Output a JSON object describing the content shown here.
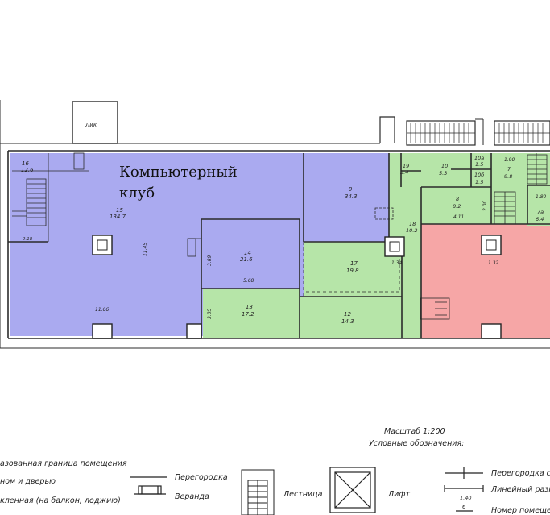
{
  "plan": {
    "title_lines": [
      "Компьютерный",
      "клуб"
    ],
    "elevator_label": "Лик",
    "colors": {
      "club": "#aaaaf0",
      "green": "#b6e5a8",
      "red": "#f6a6a6",
      "wall": "#2b2b2b"
    },
    "rooms": [
      {
        "id": "16",
        "num": "16",
        "area": "12.6"
      },
      {
        "id": "15",
        "num": "15",
        "area": "134.7"
      },
      {
        "id": "9",
        "num": "9",
        "area": "34.3"
      },
      {
        "id": "14",
        "num": "14",
        "area": "21.6"
      },
      {
        "id": "17",
        "num": "17",
        "area": "19.8"
      },
      {
        "id": "13",
        "num": "13",
        "area": "17.2"
      },
      {
        "id": "12",
        "num": "12",
        "area": "14.3"
      },
      {
        "id": "19",
        "num": "19",
        "area": "3.4"
      },
      {
        "id": "18",
        "num": "18",
        "area": "10.2"
      },
      {
        "id": "10",
        "num": "10",
        "area": "5.3"
      },
      {
        "id": "10a",
        "num": "10а",
        "area": "1.5"
      },
      {
        "id": "10b",
        "num": "10б",
        "area": "1.5"
      },
      {
        "id": "7",
        "num": "7",
        "area": "9.8"
      },
      {
        "id": "8",
        "num": "8",
        "area": "8.2"
      },
      {
        "id": "7a",
        "num": "7а",
        "area": "6.4"
      }
    ],
    "dimensions": {
      "d_218": "2.18",
      "d_1145": "11.45",
      "d_1166": "11.66",
      "d_389": "3.89",
      "d_568": "5.68",
      "d_305": "3.05",
      "d_134": "1.34",
      "d_132": "1.32",
      "d_411": "4.11",
      "d_200": "2.00",
      "d_190": "1.90",
      "d_180": "1.80"
    }
  },
  "legend": {
    "scale": "Масштаб 1:200",
    "header": "Условные обозначения:",
    "items": {
      "boundary": "азованная граница помещения",
      "window": "ном и дверью",
      "glazed": "кленная (на балкон, лоджию)",
      "partition": "Перегородка",
      "veranda": "Веранда",
      "stair": "Лестница",
      "lift": "Лифт",
      "partition_door": "Перегородка с д",
      "linear_dim": "Линейный размер",
      "room_number": "Номер помещен"
    },
    "samples": {
      "dim_value": "1.40",
      "num_sample": "6"
    }
  }
}
